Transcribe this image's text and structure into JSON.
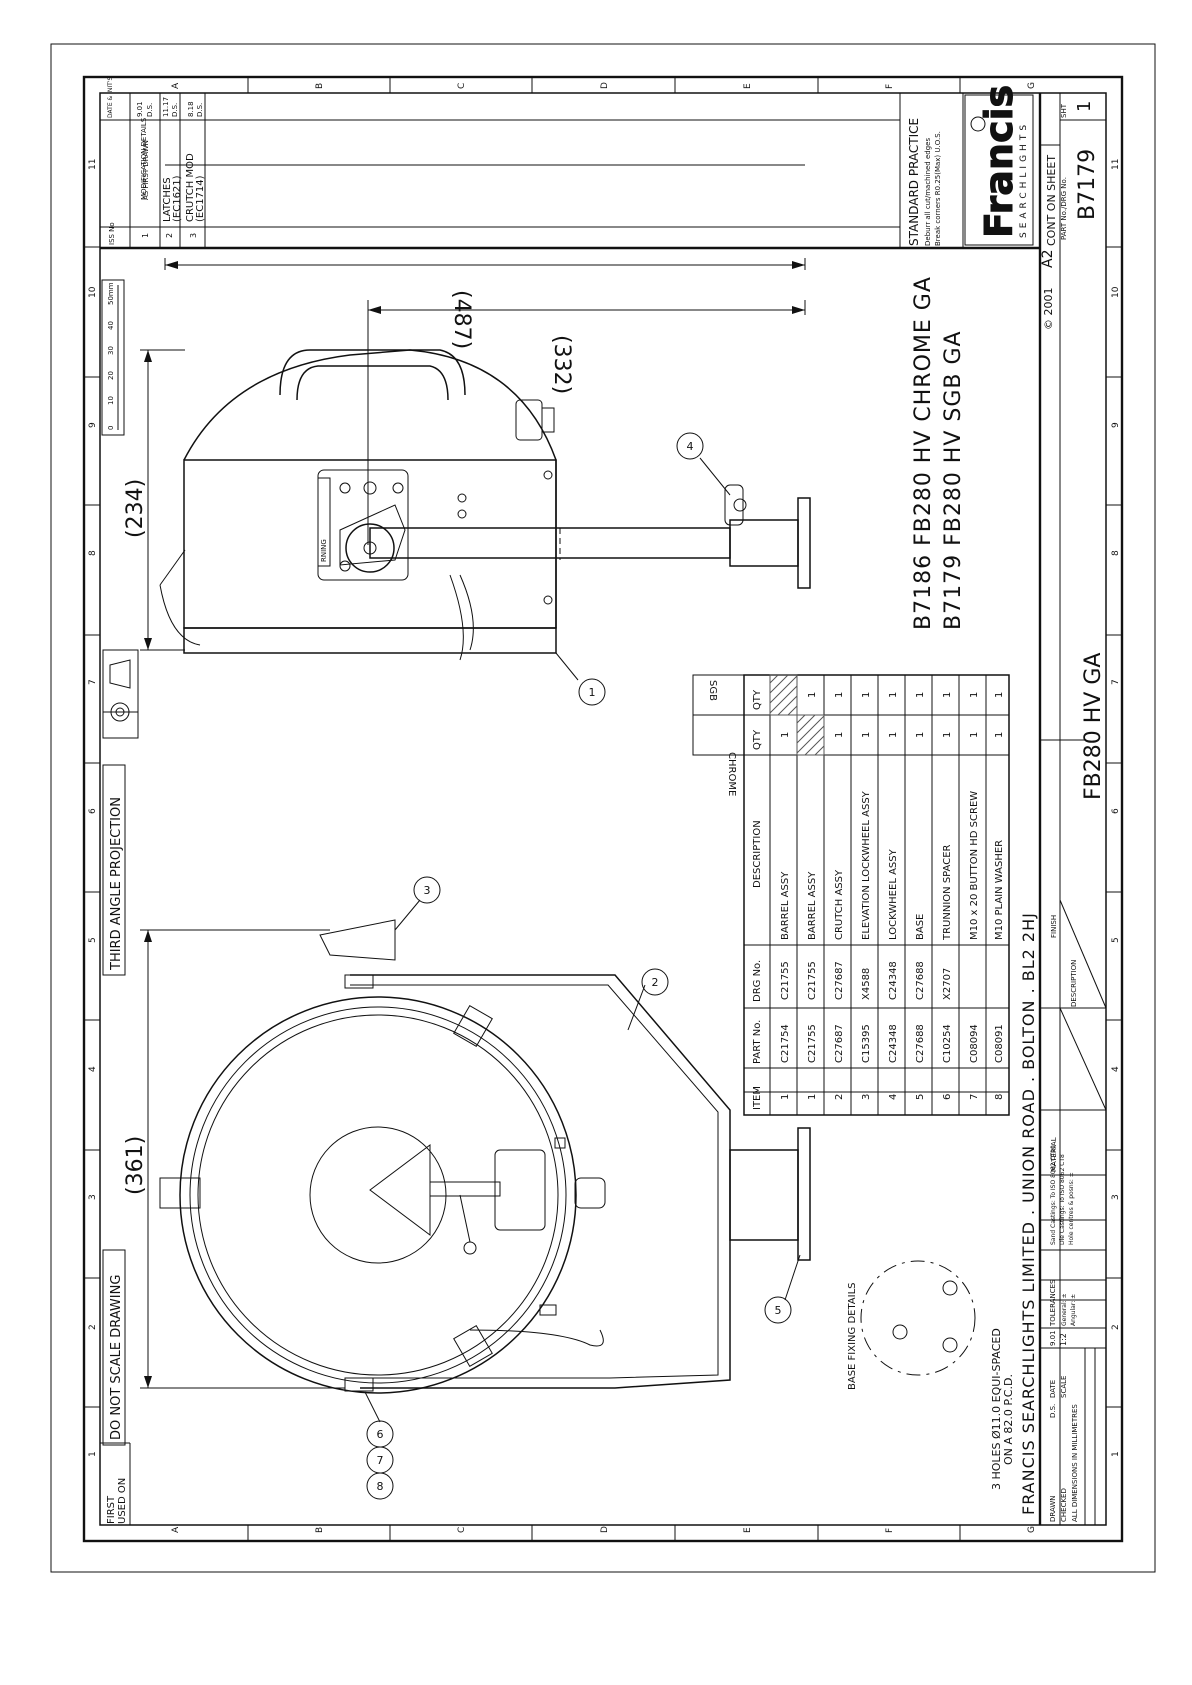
{
  "border": {
    "rows": [
      "A",
      "B",
      "C",
      "D",
      "E",
      "F",
      "G"
    ],
    "cols": [
      "1",
      "2",
      "3",
      "4",
      "5",
      "6",
      "7",
      "8",
      "9",
      "10",
      "11"
    ]
  },
  "notes": {
    "first_used_on_line1": "FIRST",
    "first_used_on_line2": "USED ON",
    "do_not_scale": "DO NOT SCALE DRAWING",
    "projection": "THIRD ANGLE PROJECTION",
    "scale_bar": {
      "ticks": [
        "0",
        "10",
        "20",
        "30",
        "40",
        "50mm"
      ]
    }
  },
  "modifications": {
    "headers": {
      "iss": "ISS No",
      "details": "MODIFICATION DETAILS",
      "date": "DATE & INIT'S"
    },
    "rows": [
      {
        "iss": "1",
        "details": "AS FIRST DRAWN",
        "details2": "",
        "date": "9.01",
        "init": "D.S."
      },
      {
        "iss": "2",
        "details": "LATCHES",
        "details2": "(EC1621)",
        "date": "11.17",
        "init": "D.S."
      },
      {
        "iss": "3",
        "details": "CRUTCH MOD",
        "details2": "(EC1714)",
        "date": "8.18",
        "init": "D.S."
      }
    ]
  },
  "standard_practice": {
    "title": "STANDARD PRACTICE",
    "line1": "Deburr all cut/machined edges",
    "line2": "Break corners R0.25(Max) U.O.S."
  },
  "logo": {
    "name": "Francis",
    "sub": "SEARCHLIGHTS"
  },
  "dimensions": {
    "d487": "(487)",
    "d332": "(332)",
    "d234": "(234)",
    "d361": "(361)"
  },
  "balloons": [
    "1",
    "2",
    "3",
    "4",
    "5",
    "6",
    "7",
    "8"
  ],
  "base_fixing": {
    "title": "BASE FIXING DETAILS",
    "note1": "3 HOLES Ø11.0 EQUI-SPACED",
    "note2": "ON A 82.0 P.C.D."
  },
  "model_titles": {
    "line1": "B7186  FB280  HV  CHROME  GA",
    "line2": "B7179  FB280  HV  SGB  GA"
  },
  "parts_table": {
    "headers": {
      "item": "ITEM",
      "part_no": "PART No.",
      "drg_no": "DRG No.",
      "description": "DESCRIPTION",
      "qty_chrome": "QTY",
      "qty_sgb": "QTY",
      "chrome": "CHROME",
      "sgb": "SGB"
    },
    "rows": [
      {
        "item": "1",
        "part_no": "C21754",
        "drg_no": "C21755",
        "description": "BARREL ASSY",
        "chrome": "1",
        "sgb": ""
      },
      {
        "item": "1",
        "part_no": "C21755",
        "drg_no": "C21755",
        "description": "BARREL ASSY",
        "chrome": "",
        "sgb": "1"
      },
      {
        "item": "2",
        "part_no": "C27687",
        "drg_no": "C27687",
        "description": "CRUTCH ASSY",
        "chrome": "1",
        "sgb": "1"
      },
      {
        "item": "3",
        "part_no": "C15395",
        "drg_no": "X4588",
        "description": "ELEVATION LOCKWHEEL ASSY",
        "chrome": "1",
        "sgb": "1"
      },
      {
        "item": "4",
        "part_no": "C24348",
        "drg_no": "C24348",
        "description": "LOCKWHEEL ASSY",
        "chrome": "1",
        "sgb": "1"
      },
      {
        "item": "5",
        "part_no": "C27688",
        "drg_no": "C27688",
        "description": "BASE",
        "chrome": "1",
        "sgb": "1"
      },
      {
        "item": "6",
        "part_no": "C10254",
        "drg_no": "X2707",
        "description": "TRUNNION SPACER",
        "chrome": "1",
        "sgb": "1"
      },
      {
        "item": "7",
        "part_no": "C08094",
        "drg_no": "",
        "description": "M10 x 20 BUTTON HD SCREW",
        "chrome": "1",
        "sgb": "1"
      },
      {
        "item": "8",
        "part_no": "C08091",
        "drg_no": "",
        "description": "M10 PLAIN WASHER",
        "chrome": "1",
        "sgb": "1"
      }
    ]
  },
  "title_block": {
    "company": "FRANCIS  SEARCHLIGHTS  LIMITED .  UNION  ROAD .  BOLTON .  BL2  2HJ",
    "copyright": "© 2001",
    "sheet_size": "A2",
    "cont_on_sheet": "CONT ON SHEET",
    "part_no_label": "PART No./DRG No.",
    "sht_label": "SHT",
    "sht_value": "1",
    "drawing_no": "B7179",
    "description_label": "DESCRIPTION",
    "description": "FB280  HV  GA",
    "finish_label": "FINISH",
    "material_label": "MATERIAL",
    "drawn_label": "DRAWN",
    "drawn_value": "D.S.",
    "date_label": "DATE",
    "date_value": "9.01",
    "checked_label": "CHECKED",
    "scale_label": "SCALE",
    "scale_value": "1:2",
    "all_dims": "ALL DIMENSIONS IN MILLIMETRES",
    "tolerances_label": "TOLERANCES",
    "general": "General: ±",
    "angular": "Angular: ±",
    "sand": "Sand Castings: To ISO 8062 CT10",
    "die": "Die Castings:   To ISO 8062 CT8",
    "hole": "Hole centres & posns: ±"
  }
}
